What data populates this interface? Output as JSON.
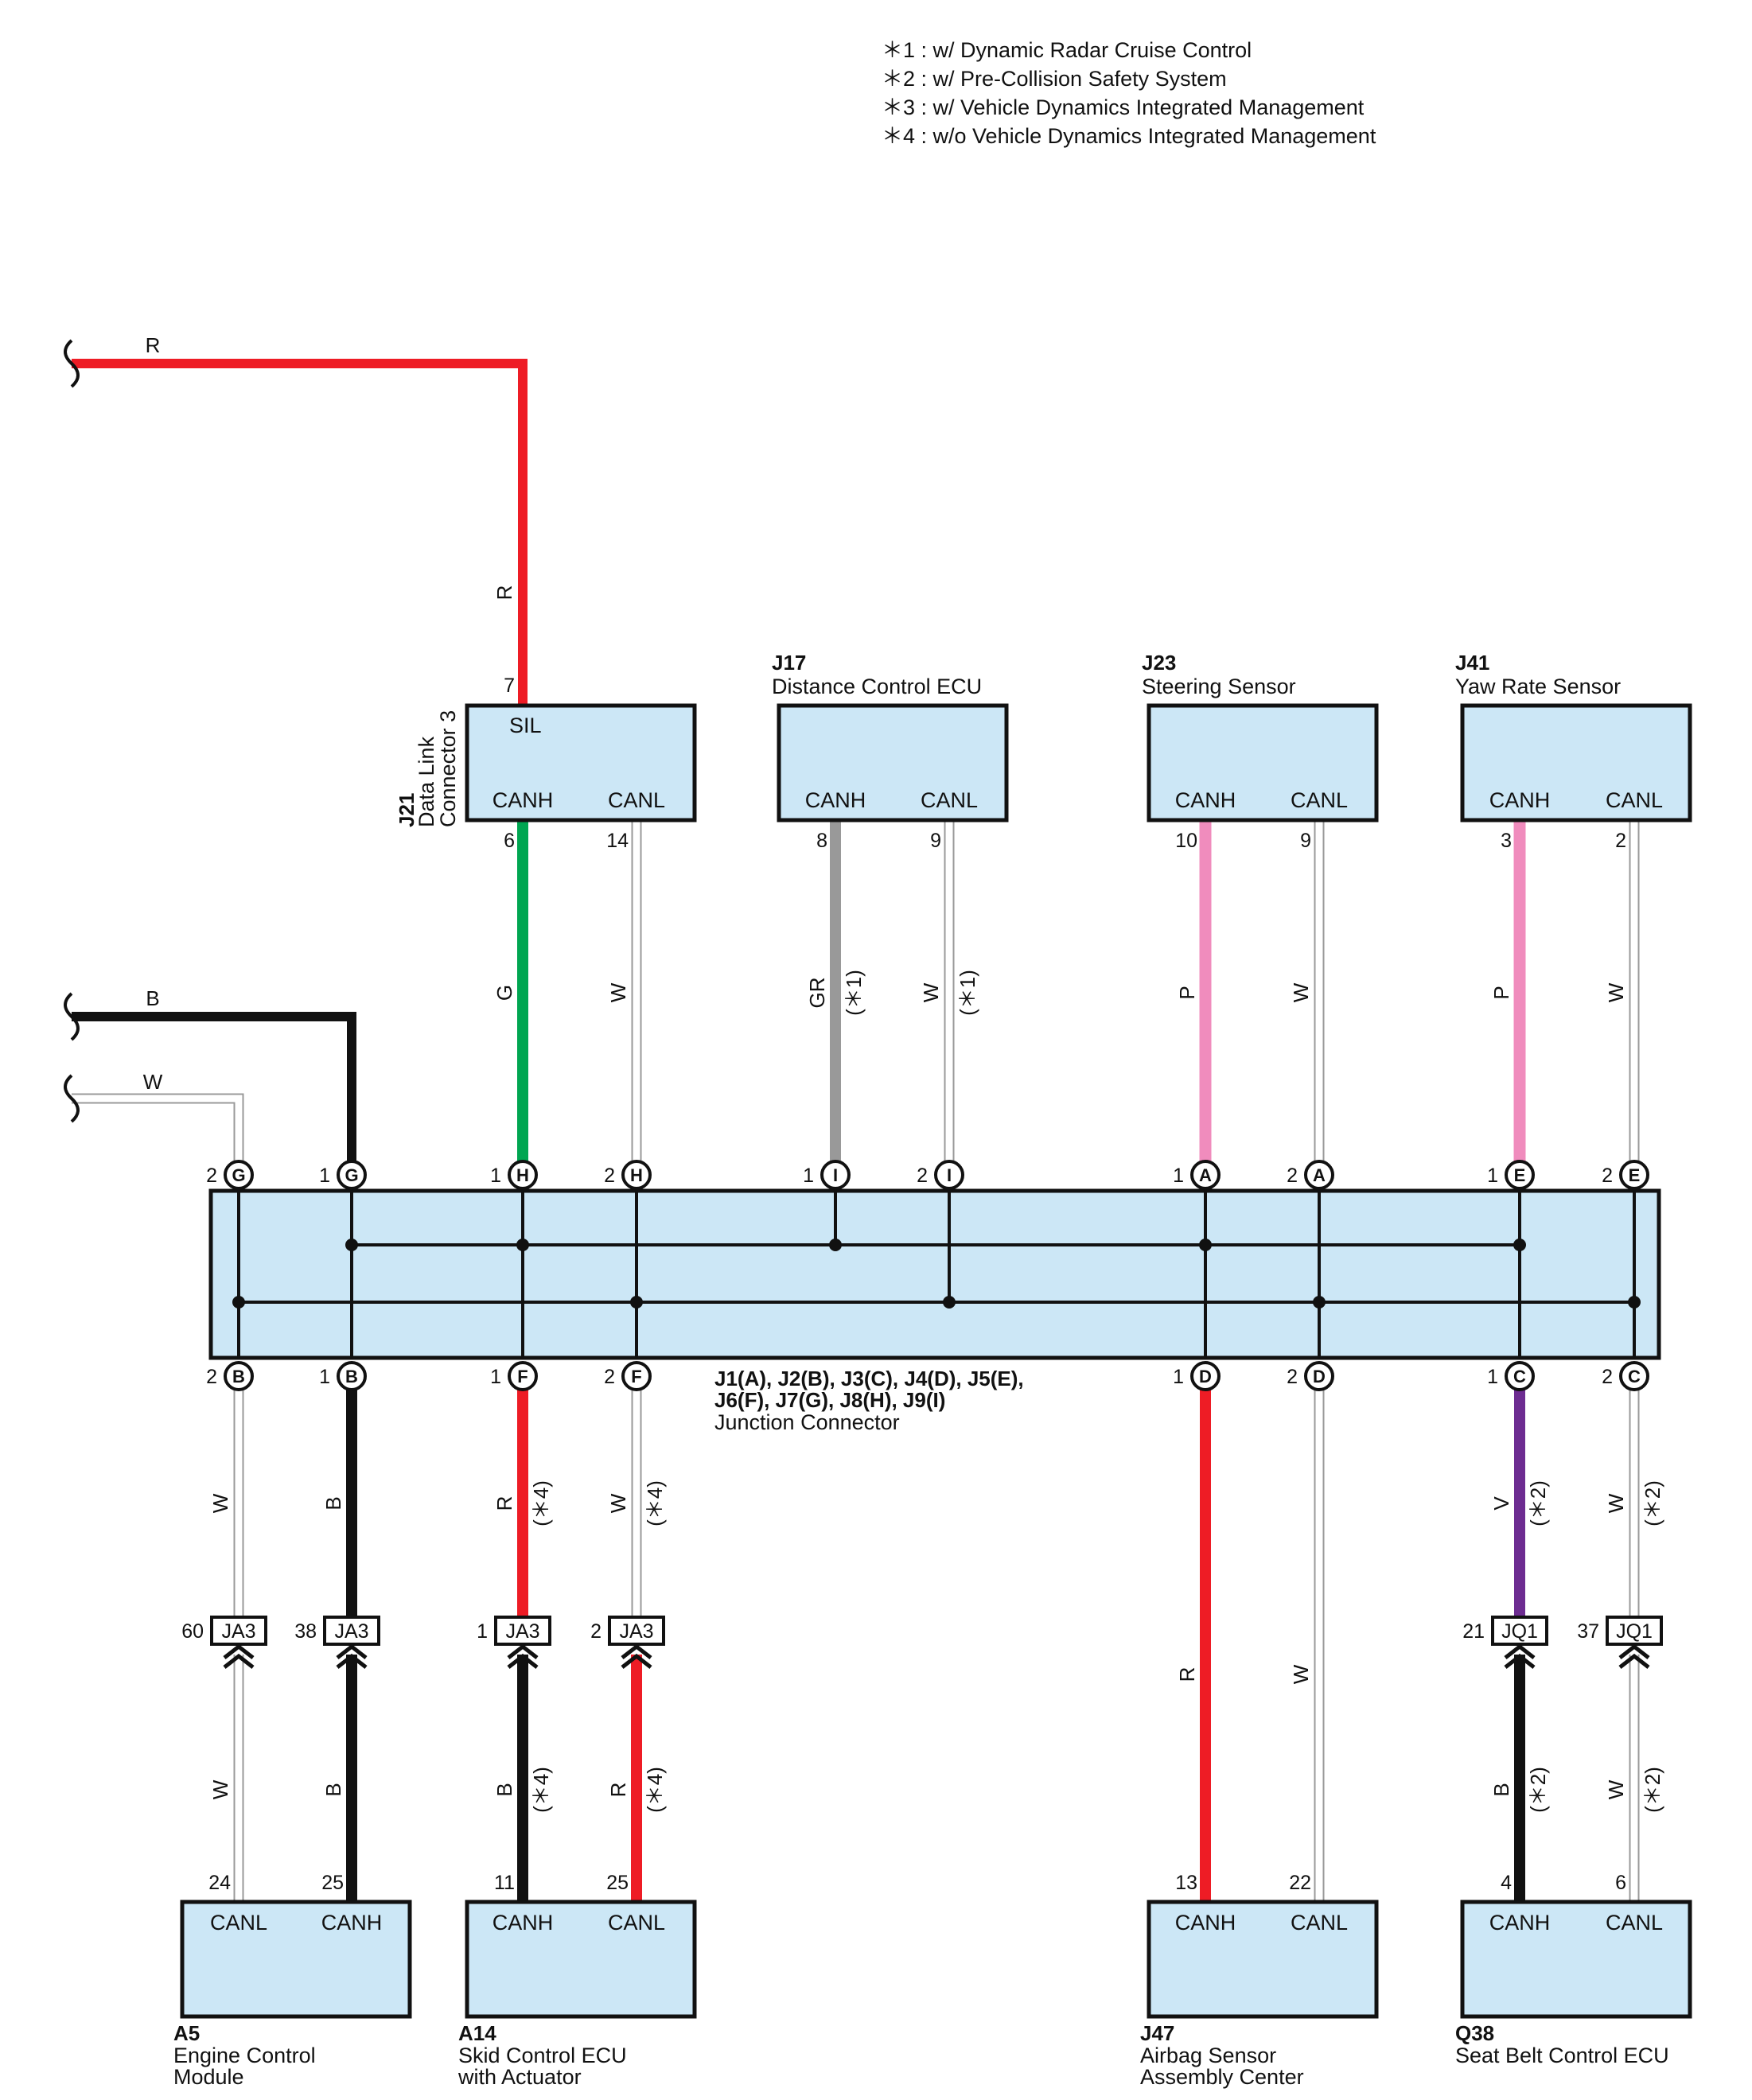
{
  "notes": [
    "＊1 : w/ Dynamic Radar Cruise Control",
    "＊2 : w/ Pre-Collision Safety System",
    "＊3 : w/ Vehicle Dynamics Integrated Management",
    "＊4 : w/o Vehicle Dynamics Integrated Management"
  ],
  "components": {
    "j21": {
      "code": "J21",
      "name1": "Data Link",
      "name2": "Connector 3",
      "sil": "SIL",
      "canh": "CANH",
      "canl": "CANL",
      "pin_sil": "7",
      "pin_canh": "6",
      "pin_canl": "14"
    },
    "j17": {
      "code": "J17",
      "name1": "Distance Control ECU",
      "canh": "CANH",
      "canl": "CANL",
      "pin_canh": "8",
      "pin_canl": "9"
    },
    "j23": {
      "code": "J23",
      "name1": "Steering Sensor",
      "canh": "CANH",
      "canl": "CANL",
      "pin_canh": "10",
      "pin_canl": "9"
    },
    "j41": {
      "code": "J41",
      "name1": "Yaw Rate Sensor",
      "canh": "CANH",
      "canl": "CANL",
      "pin_canh": "3",
      "pin_canl": "2"
    },
    "a5": {
      "code": "A5",
      "name1": "Engine Control",
      "name2": "Module",
      "left": "CANL",
      "right": "CANH",
      "pin_left": "24",
      "pin_right": "25"
    },
    "a14": {
      "code": "A14",
      "name1": "Skid Control ECU",
      "name2": "with Actuator",
      "left": "CANH",
      "right": "CANL",
      "pin_left": "11",
      "pin_right": "25"
    },
    "j47": {
      "code": "J47",
      "name1": "Airbag Sensor",
      "name2": "Assembly Center",
      "left": "CANH",
      "right": "CANL",
      "pin_left": "13",
      "pin_right": "22"
    },
    "q38": {
      "code": "Q38",
      "name1": "Seat Belt Control ECU",
      "left": "CANH",
      "right": "CANL",
      "pin_left": "4",
      "pin_right": "6"
    }
  },
  "junction": {
    "line1": "J1(A), J2(B), J3(C), J4(D), J5(E),",
    "line2": "J6(F), J7(G), J8(H), J9(I)",
    "line3": "Junction Connector",
    "top_terminals": [
      {
        "pin": "2",
        "letter": "G"
      },
      {
        "pin": "1",
        "letter": "G"
      },
      {
        "pin": "1",
        "letter": "H"
      },
      {
        "pin": "2",
        "letter": "H"
      },
      {
        "pin": "1",
        "letter": "I"
      },
      {
        "pin": "2",
        "letter": "I"
      },
      {
        "pin": "1",
        "letter": "A"
      },
      {
        "pin": "2",
        "letter": "A"
      },
      {
        "pin": "1",
        "letter": "E"
      },
      {
        "pin": "2",
        "letter": "E"
      }
    ],
    "bottom_terminals": [
      {
        "pin": "2",
        "letter": "B"
      },
      {
        "pin": "1",
        "letter": "B"
      },
      {
        "pin": "1",
        "letter": "F"
      },
      {
        "pin": "2",
        "letter": "F"
      },
      {
        "pin": "1",
        "letter": "D"
      },
      {
        "pin": "2",
        "letter": "D"
      },
      {
        "pin": "1",
        "letter": "C"
      },
      {
        "pin": "2",
        "letter": "C"
      }
    ]
  },
  "inline_connectors": [
    {
      "pin": "60",
      "code": "JA3"
    },
    {
      "pin": "38",
      "code": "JA3"
    },
    {
      "pin": "1",
      "code": "JA3"
    },
    {
      "pin": "2",
      "code": "JA3"
    },
    {
      "pin": "21",
      "code": "JQ1"
    },
    {
      "pin": "37",
      "code": "JQ1"
    }
  ],
  "wire_labels": {
    "r_top": "R",
    "r_vert": "R",
    "b_left": "B",
    "w_left": "W",
    "g": "G",
    "w_j21": "W",
    "gr": "GR",
    "gr_note": "(＊1)",
    "w_j17": "W",
    "w_j17_note": "(＊1)",
    "p_j23": "P",
    "w_j23": "W",
    "p_j41": "P",
    "w_j41": "W",
    "w_b": "W",
    "b_b": "B",
    "r_f": "R",
    "r_f_note": "(＊4)",
    "w_f": "W",
    "w_f_note": "(＊4)",
    "r_d": "R",
    "w_d": "W",
    "v_c": "V",
    "v_c_note": "(＊2)",
    "w_c": "W",
    "w_c_note": "(＊2)",
    "w_a5": "W",
    "b_a5": "B",
    "b_a14": "B",
    "b_a14_note": "(＊4)",
    "r_a14": "R",
    "r_a14_note": "(＊4)",
    "b_q38": "B",
    "b_q38_note": "(＊2)",
    "w_q38": "W",
    "w_q38_note": "(＊2)"
  },
  "colors": {
    "red": "#ee1c25",
    "black": "#111111",
    "green": "#00a651",
    "gray": "#999999",
    "pink": "#f08cbd",
    "purple": "#6d2c91",
    "white_outline": "#999999",
    "box": "#cce7f6"
  }
}
